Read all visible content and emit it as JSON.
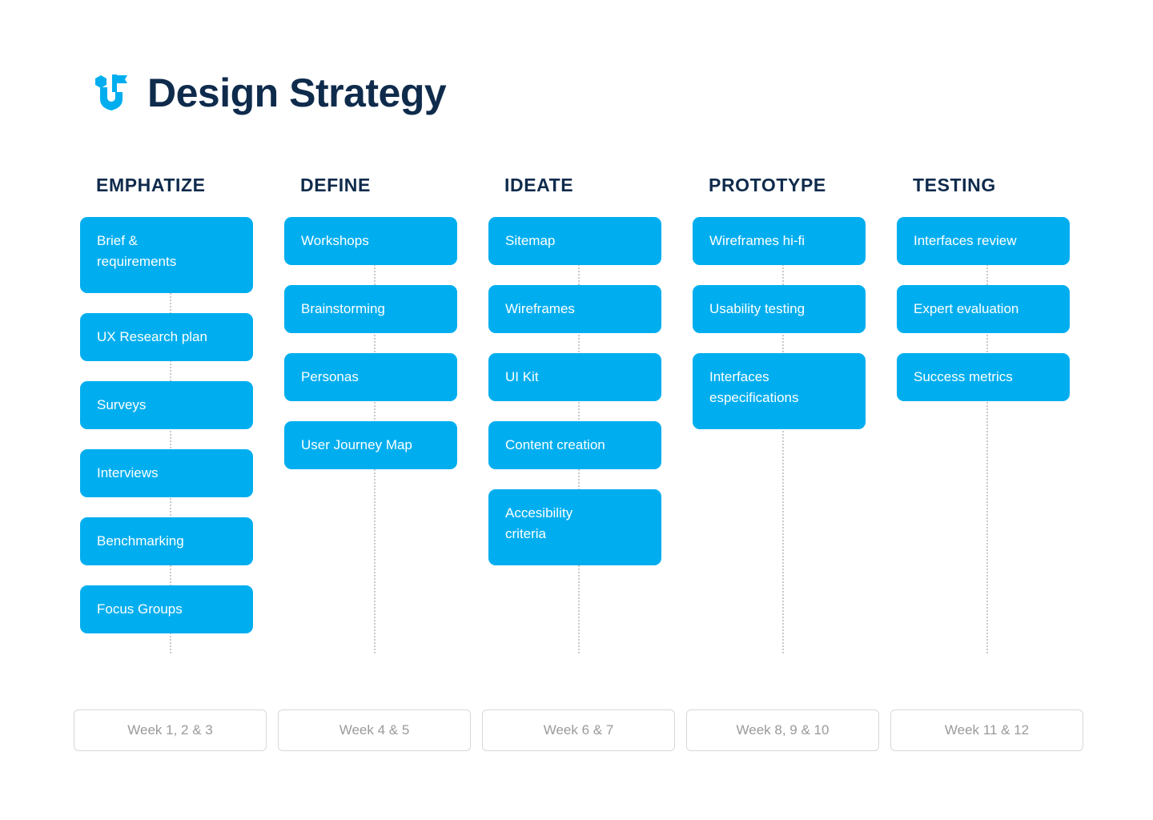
{
  "header": {
    "title": "Design Strategy",
    "logo_icon": "shield-flag-logo-icon",
    "title_color": "#0F2B4C",
    "accent_color": "#00AEEF"
  },
  "board": {
    "card_color": "#00AEEF",
    "card_text_color": "#FFFFFF",
    "connector_color": "#C9C9C9",
    "columns": [
      {
        "title": "EMPHATIZE",
        "week": "Week 1, 2 & 3",
        "cards": [
          "Brief &\nrequirements",
          "UX Research plan",
          "Surveys",
          "Interviews",
          "Benchmarking",
          "Focus Groups"
        ]
      },
      {
        "title": "DEFINE",
        "week": "Week 4 & 5",
        "cards": [
          "Workshops",
          "Brainstorming",
          "Personas",
          "User Journey Map"
        ]
      },
      {
        "title": "IDEATE",
        "week": "Week 6 & 7",
        "cards": [
          "Sitemap",
          "Wireframes",
          "UI Kit",
          "Content creation",
          "Accesibility\ncriteria"
        ]
      },
      {
        "title": "PROTOTYPE",
        "week": "Week 8, 9 & 10",
        "cards": [
          "Wireframes hi-fi",
          "Usability testing",
          "Interfaces\nespecifications"
        ]
      },
      {
        "title": "TESTING",
        "week": "Week 11 & 12",
        "cards": [
          "Interfaces review",
          "Expert evaluation",
          "Success metrics"
        ]
      }
    ]
  }
}
